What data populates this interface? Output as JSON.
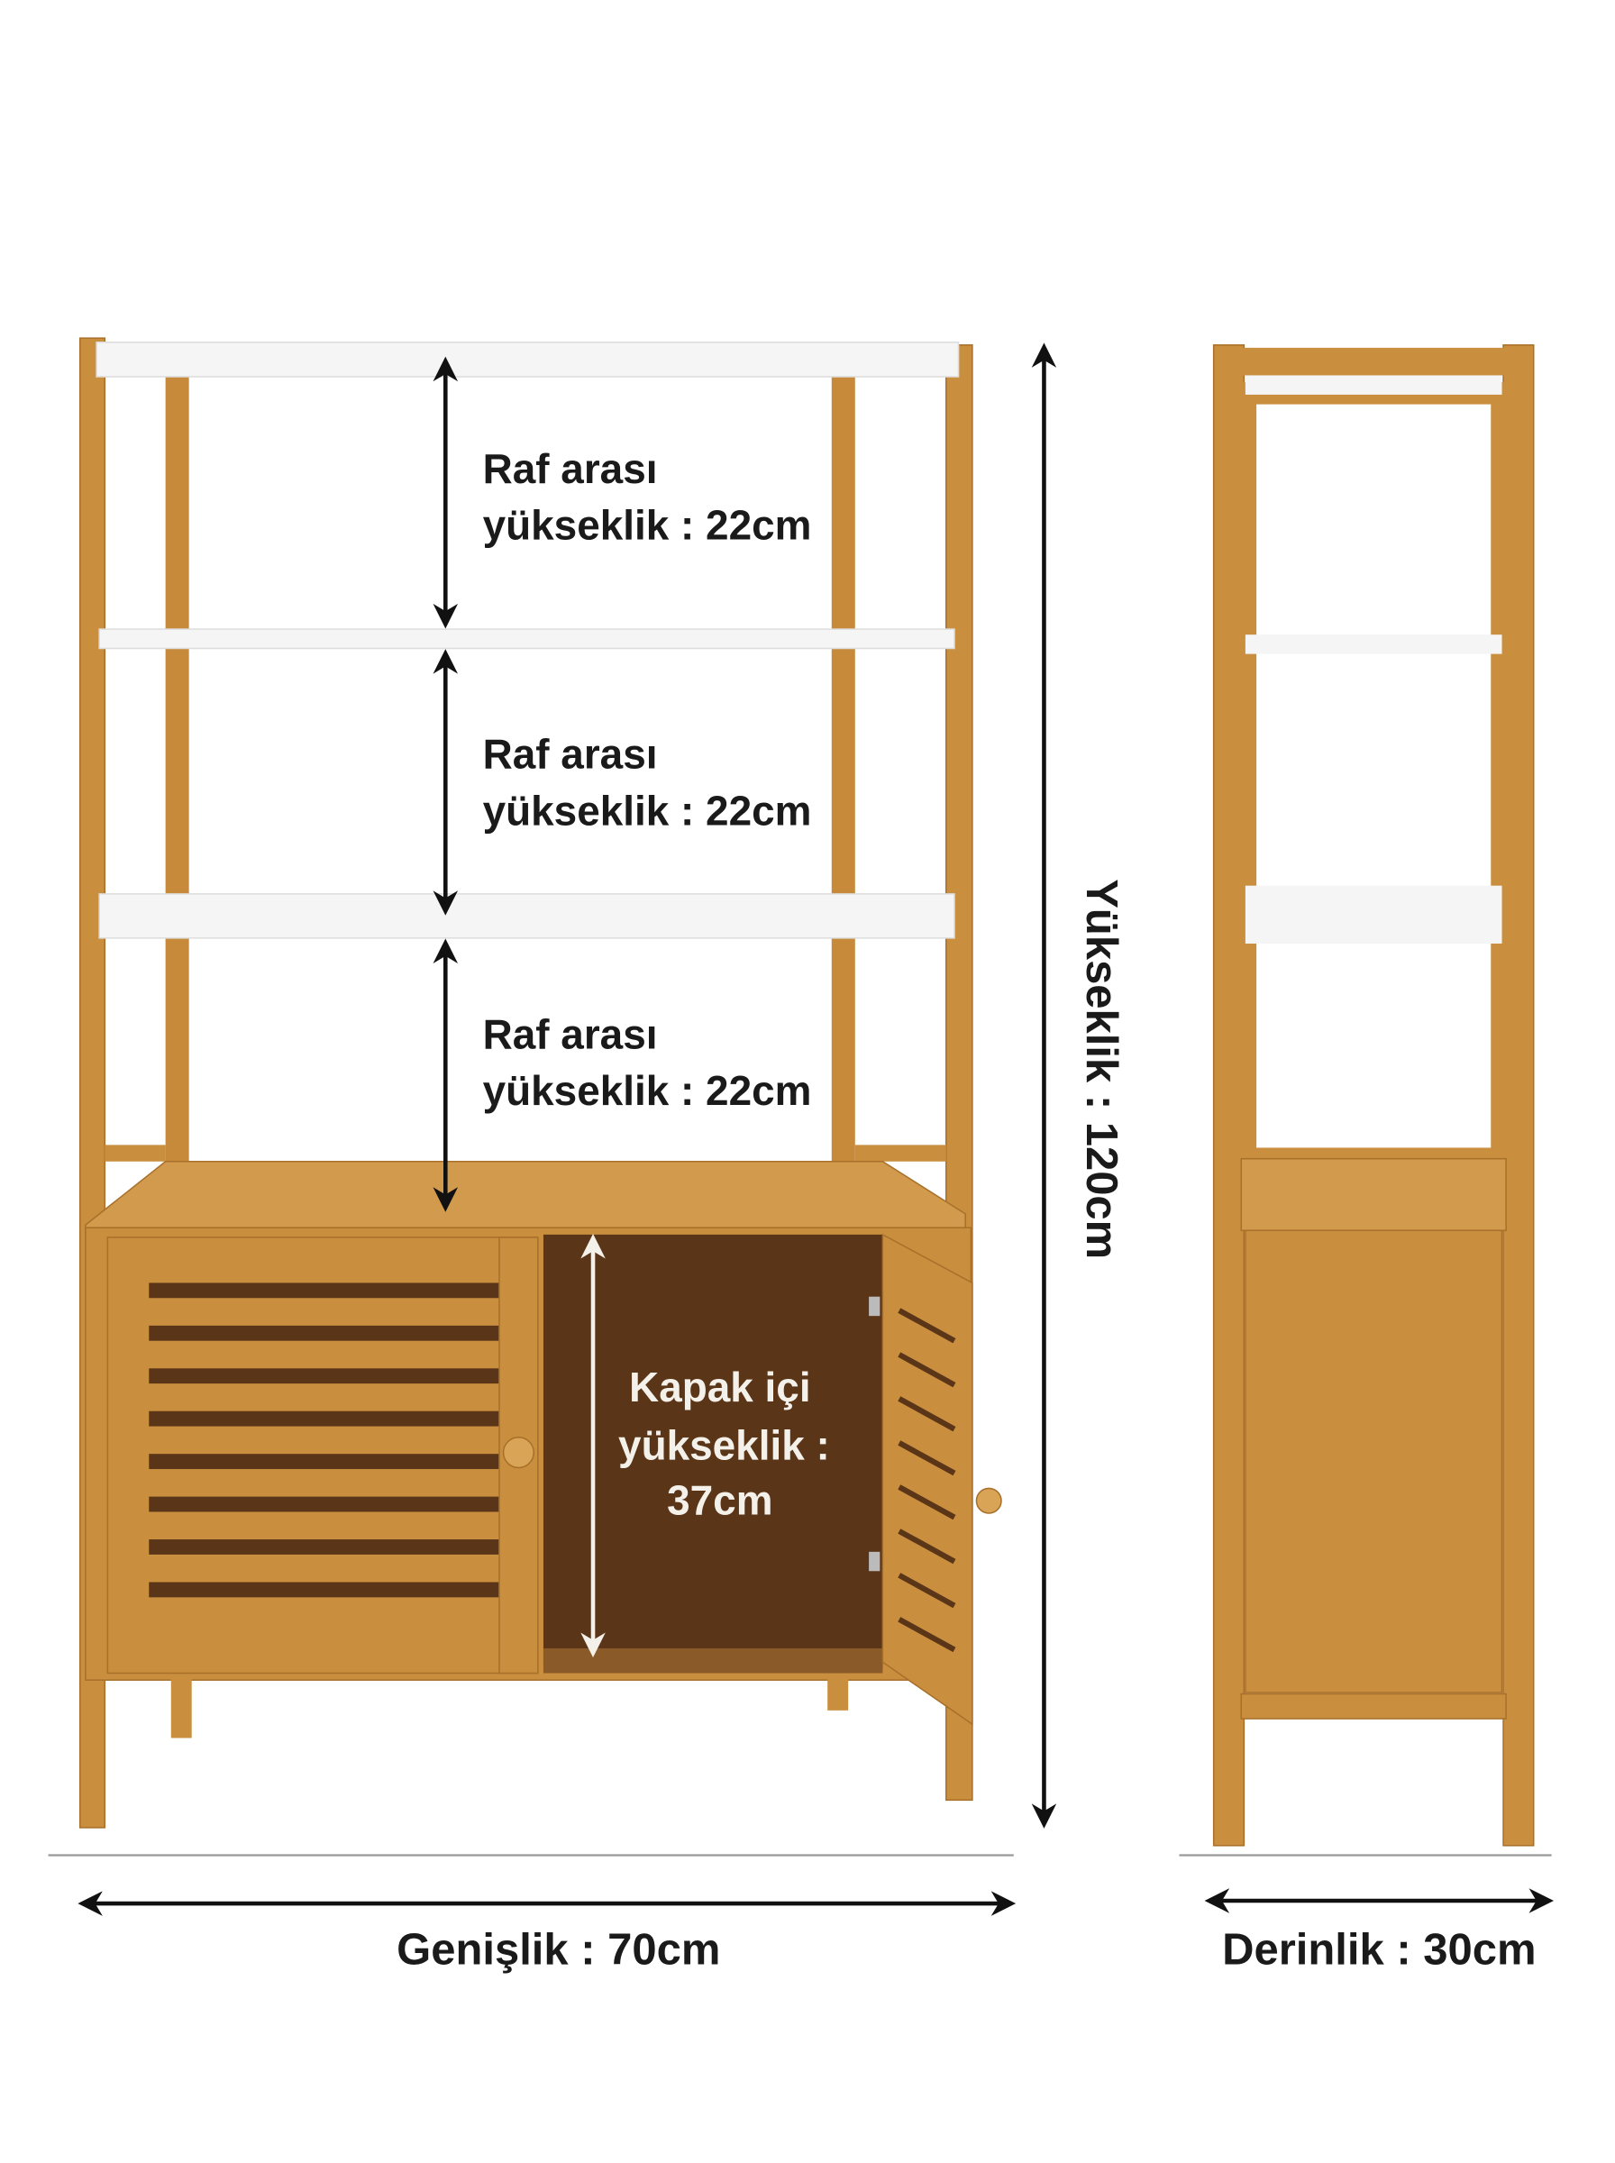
{
  "colors": {
    "wood": "#c98f3e",
    "wood_dark": "#a8702a",
    "interior": "#5a3518",
    "shelf": "#f5f5f5",
    "arrow": "#111111"
  },
  "labels": {
    "shelf_gap_1": [
      "Raf arası",
      "yükseklik : 22cm"
    ],
    "shelf_gap_2": [
      "Raf arası",
      "yükseklik : 22cm"
    ],
    "shelf_gap_3": [
      "Raf arası",
      "yükseklik : 22cm"
    ],
    "cabinet_inner": [
      "Kapak içi",
      "yükseklik :",
      "37cm"
    ],
    "height": "Yükseklik : 120cm",
    "width": "Genişlik : 70cm",
    "depth": "Derinlik : 30cm"
  }
}
